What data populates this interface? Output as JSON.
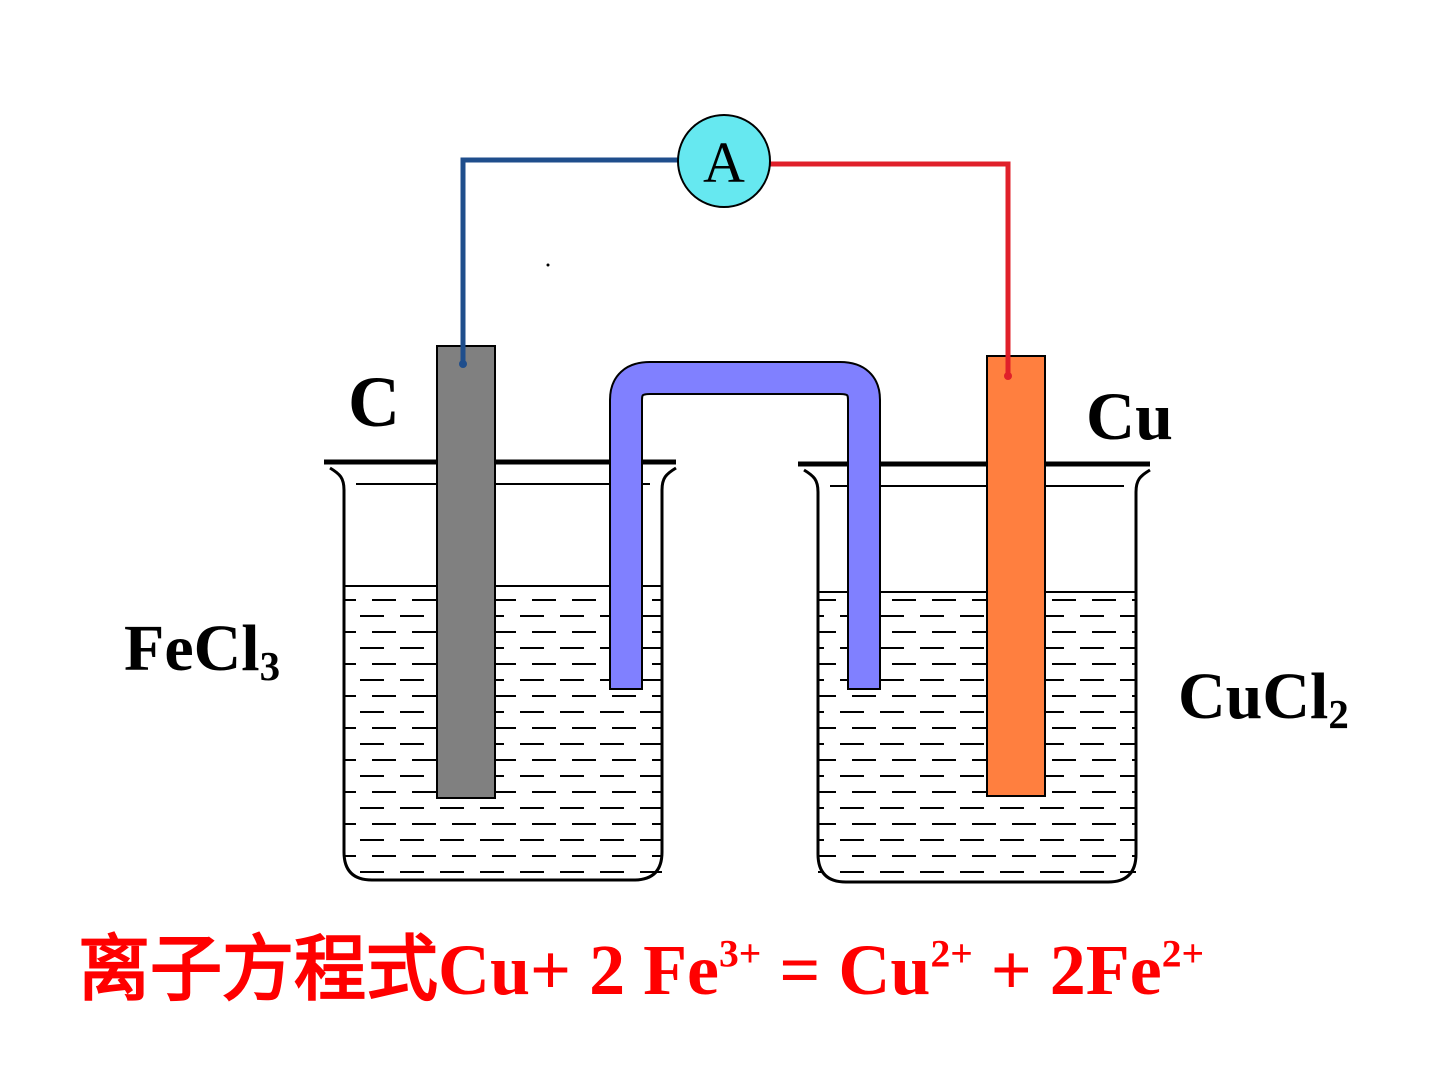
{
  "electrodes": {
    "left": {
      "symbol": "C",
      "color": "#808080"
    },
    "right": {
      "symbol": "Cu",
      "color": "#ff7f3f"
    }
  },
  "solutions": {
    "left": {
      "base": "FeCl",
      "subscript": "3"
    },
    "right": {
      "base": "CuCl",
      "subscript": "2"
    }
  },
  "ammeter": {
    "letter": "A",
    "color": "#66e8f0"
  },
  "wires": {
    "left_color": "#1f4e8c",
    "right_color": "#e0202a"
  },
  "salt_bridge": {
    "color": "#8080ff"
  },
  "equation": {
    "prefix": "离子方程式Cu+ 2 Fe",
    "charge1": "3+",
    "mid": " = Cu",
    "charge2": "2+",
    "mid2": " +  2Fe",
    "charge3": "2+",
    "color": "#ff0000"
  }
}
